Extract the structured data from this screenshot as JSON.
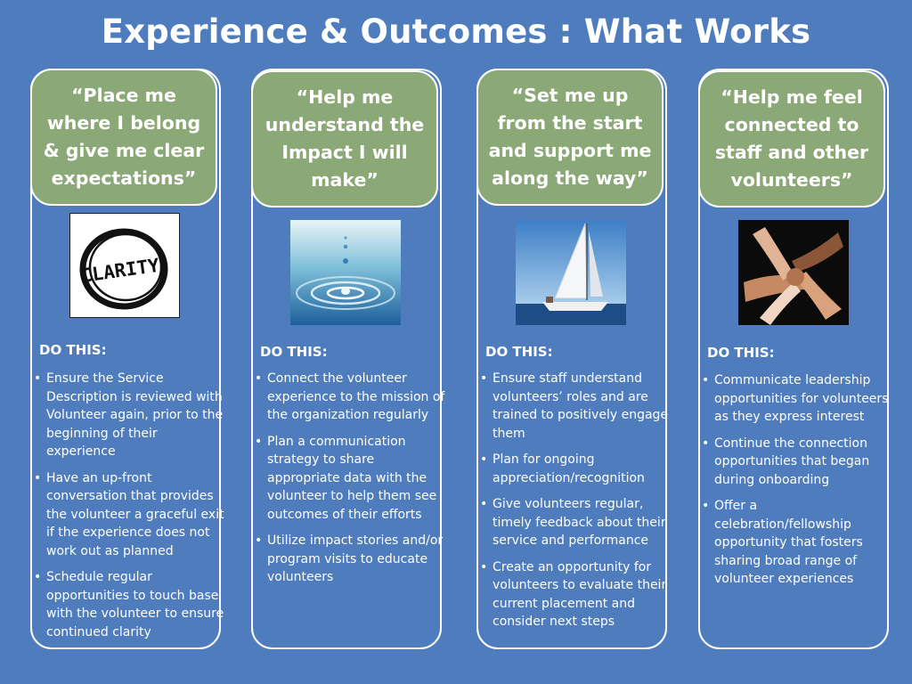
{
  "title": "Experience & Outcomes : What Works",
  "columns": [
    {
      "quote": "“Place me where I belong & give me clear expectations”",
      "image": "clarity-icon",
      "image_text": "CLARITY!",
      "do_label": "DO THIS:",
      "bullets": [
        "Ensure the Service Description is reviewed with Volunteer again, prior to the beginning of their experience",
        "Have an up-front conversation that provides the volunteer a graceful exit if the experience does not work out as planned",
        "Schedule regular opportunities to touch base with the volunteer to ensure continued clarity"
      ]
    },
    {
      "quote": "“Help me understand the Impact I will make”",
      "image": "water-drop-icon",
      "do_label": "DO THIS:",
      "bullets": [
        "Connect the volunteer experience to the mission of the organization regularly",
        "Plan a communication strategy to share appropriate data with the volunteer to help them see outcomes of their efforts",
        " Utilize impact stories and/or program visits to educate volunteers"
      ]
    },
    {
      "quote": "“Set me up from the start and support me along the way”",
      "image": "sailboat-icon",
      "do_label": "DO THIS:",
      "bullets": [
        "Ensure staff understand volunteers’ roles and are trained to positively engage them",
        "Plan for ongoing appreciation/recognition",
        "Give volunteers regular, timely feedback about their service and performance",
        "Create an opportunity for volunteers to evaluate their current placement and consider next steps"
      ]
    },
    {
      "quote": "“Help me feel connected to staff and other volunteers”",
      "image": "joined-hands-icon",
      "do_label": "DO THIS:",
      "bullets": [
        "Communicate leadership opportunities for volunteers as they express interest",
        " Continue the connection opportunities that began during onboarding",
        " Offer a celebration/fellowship opportunity that fosters sharing broad range of volunteer experiences"
      ]
    }
  ]
}
